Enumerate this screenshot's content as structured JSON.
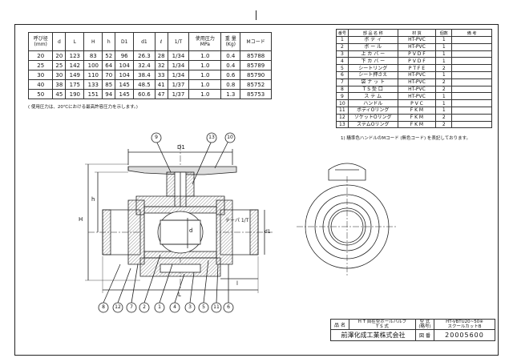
{
  "dimension_table": {
    "headers": [
      "呼び径\n(mm)",
      "d",
      "L",
      "H",
      "h",
      "D1",
      "d1",
      "ℓ",
      "1/T",
      "使用圧力\nMPa",
      "重 量\n(Kg)",
      "Mコード"
    ],
    "rows": [
      [
        "20",
        "20",
        "123",
        "83",
        "52",
        "96",
        "26.3",
        "28",
        "1/34",
        "1.0",
        "0.4",
        "85788"
      ],
      [
        "25",
        "25",
        "142",
        "100",
        "64",
        "104",
        "32.4",
        "32",
        "1/34",
        "1.0",
        "0.4",
        "85789"
      ],
      [
        "30",
        "30",
        "149",
        "110",
        "70",
        "104",
        "38.4",
        "33",
        "1/34",
        "1.0",
        "0.6",
        "85790"
      ],
      [
        "40",
        "38",
        "175",
        "133",
        "85",
        "145",
        "48.5",
        "41",
        "1/37",
        "1.0",
        "0.8",
        "85752"
      ],
      [
        "50",
        "45",
        "190",
        "151",
        "94",
        "145",
        "60.6",
        "47",
        "1/37",
        "1.0",
        "1.3",
        "85753"
      ]
    ],
    "footnote": "( 使用圧力は、20℃における最高許容圧力を示します。)"
  },
  "parts_table": {
    "headers": [
      "番号",
      "部 品 名 称",
      "材 質",
      "個数",
      "備 考"
    ],
    "rows": [
      [
        "1",
        "ボ デ ィ",
        "HT-PVC",
        "1",
        ""
      ],
      [
        "2",
        "ボ ー ル",
        "HT-PVC",
        "1",
        ""
      ],
      [
        "3",
        "上 カ バ ー",
        "P V D F",
        "1",
        ""
      ],
      [
        "4",
        "下 カ バ ー",
        "P V D F",
        "1",
        ""
      ],
      [
        "5",
        "シートリング",
        "P T F E",
        "2",
        ""
      ],
      [
        "6",
        "シート押さえ",
        "HT-PVC",
        "1",
        ""
      ],
      [
        "7",
        "袋 ナ ッ ト",
        "HT-PVC",
        "2",
        ""
      ],
      [
        "8",
        "T S 受 口",
        "HT-PVC",
        "2",
        ""
      ],
      [
        "9",
        "ス テ ム",
        "HT-PVC",
        "1",
        ""
      ],
      [
        "10",
        "ハンドル",
        "P V C",
        "1",
        ""
      ],
      [
        "11",
        "ボディOリング",
        "F K M",
        "1",
        ""
      ],
      [
        "12",
        "ソケットOリング",
        "F K M",
        "2",
        ""
      ],
      [
        "13",
        "ステムOリング",
        "F K M",
        "2",
        ""
      ]
    ],
    "note": "1)  騒準色ハンドルのMコード (無色コード) を表記しております。"
  },
  "drawing": {
    "balloons_top": [
      "9",
      "13",
      "10"
    ],
    "balloons_bottom": [
      "8",
      "12",
      "7",
      "2",
      "1",
      "4",
      "3",
      "5",
      "11",
      "6"
    ],
    "dim_labels": {
      "D1": "D1",
      "h": "h",
      "H": "H",
      "L": "L",
      "l": "l",
      "d": "d",
      "d1": "d1",
      "taper": "テーパ 1/T"
    }
  },
  "title_block": {
    "name_label": "品 名",
    "name_value": "H T 自在型ボールバルブ\nT S 式",
    "model_label": "型 式\n(略号)",
    "model_value": "HT-VBTU20~50※\nスクールカットB",
    "company": "前澤化成工業株式会社",
    "doc_label": "図 番",
    "doc_number": "20005600"
  },
  "colors": {
    "line": "#222222",
    "hatch": "#444444",
    "balloon_fill": "#ffffff"
  }
}
